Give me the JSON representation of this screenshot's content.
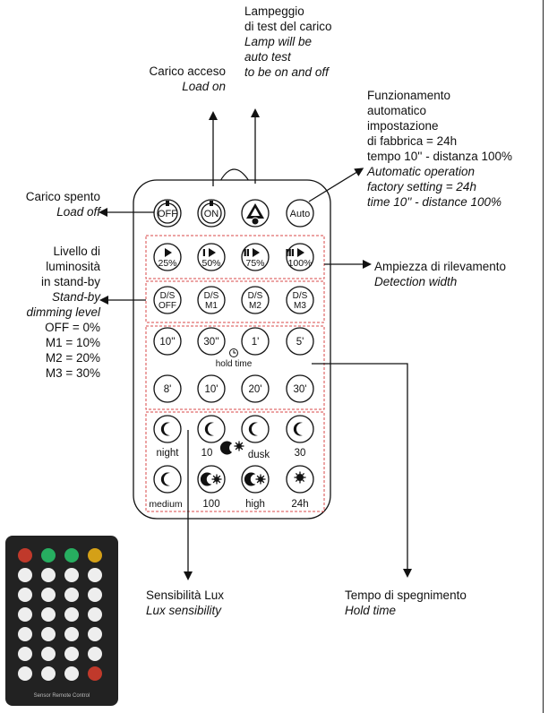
{
  "labels": {
    "lamp_test": [
      "Lampeggio",
      "di test del carico"
    ],
    "lamp_test_en": [
      "Lamp will be",
      "auto test",
      "to be on and off"
    ],
    "load_on": "Carico acceso",
    "load_on_en": "Load on",
    "auto_op": [
      "Funzionamento",
      "automatico",
      "impostazione",
      "di fabbrica = 24h",
      "tempo 10'' - distanza 100%"
    ],
    "auto_op_en": [
      "Automatic operation",
      "factory setting = 24h",
      "time 10'' - distance 100%"
    ],
    "load_off": "Carico spento",
    "load_off_en": "Load off",
    "standby": [
      "Livello di",
      "luminosità",
      "in stand-by"
    ],
    "standby_en": [
      "Stand-by",
      "dimming level"
    ],
    "standby_levels": [
      "OFF = 0%",
      "M1 = 10%",
      "M2 = 20%",
      "M3 = 30%"
    ],
    "detection": "Ampiezza di rilevamento",
    "detection_en": "Detection width",
    "lux": "Sensibilità Lux",
    "lux_en": "Lux sensibility",
    "hold": "Tempo di spegnimento",
    "hold_en": "Hold time"
  },
  "remote": {
    "row1": [
      "OFF",
      "ON",
      "",
      "Auto"
    ],
    "row2": [
      "25%",
      "50%",
      "75%",
      "100%"
    ],
    "row3": [
      [
        "D/S",
        "OFF"
      ],
      [
        "D/S",
        "M1"
      ],
      [
        "D/S",
        "M2"
      ],
      [
        "D/S",
        "M3"
      ]
    ],
    "row4": [
      "10''",
      "30''",
      "1'",
      "5'"
    ],
    "hold_time": "hold time",
    "row5": [
      "8'",
      "10'",
      "20'",
      "30'"
    ],
    "row6": [
      "night",
      "10",
      "dusk",
      "30"
    ],
    "row7": [
      "medium",
      "100",
      "high",
      "24h"
    ]
  },
  "photo": {
    "caption": "Sensor Remote Control"
  }
}
